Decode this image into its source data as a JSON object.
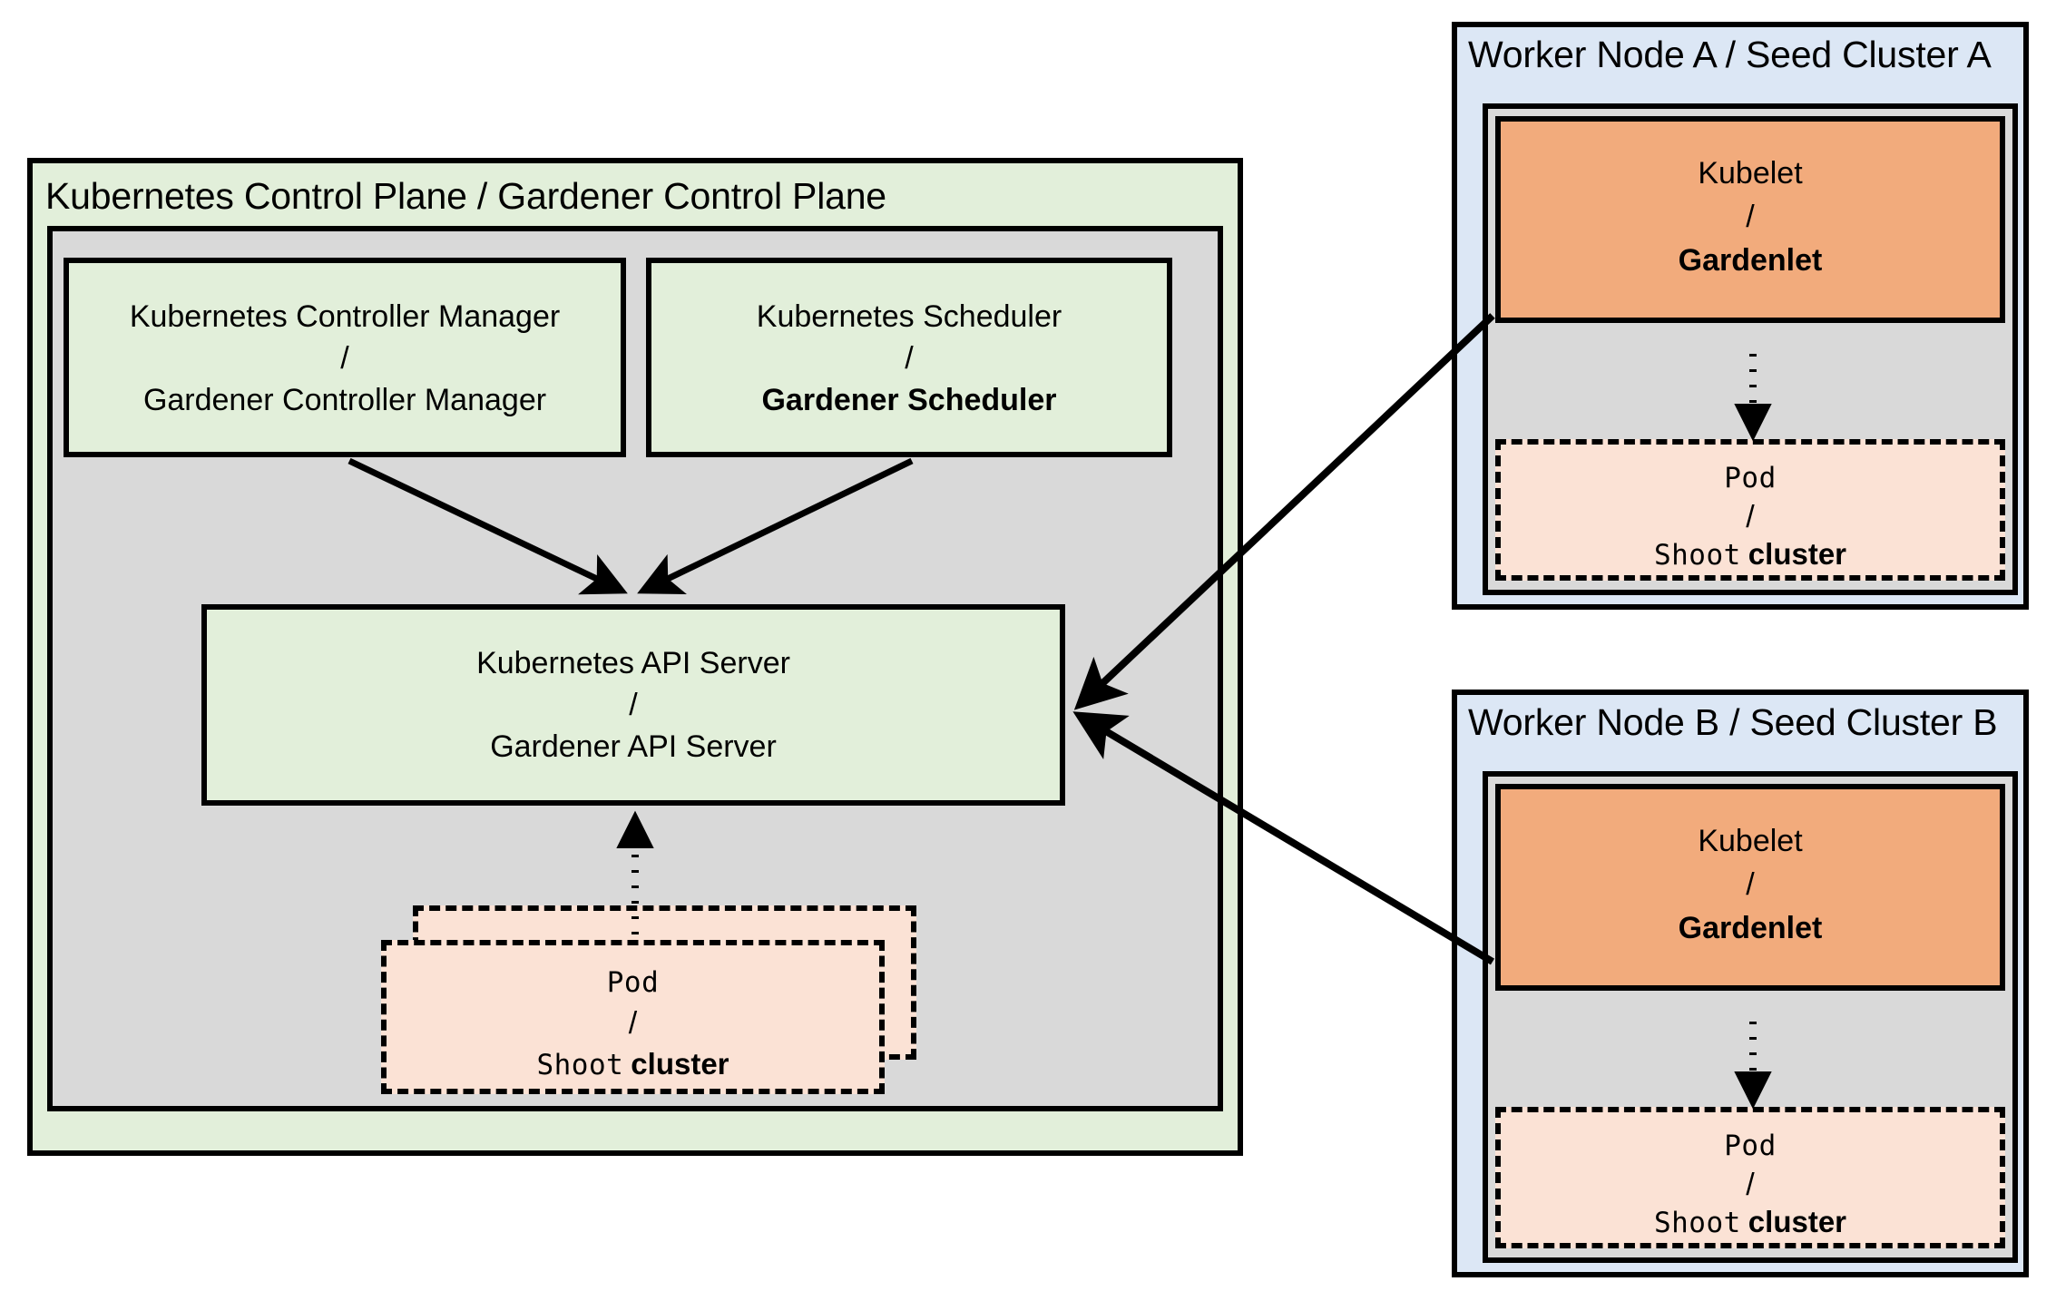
{
  "diagram": {
    "title_hidden": "",
    "colors": {
      "green": "#e2efda",
      "gray": "#d9d9d9",
      "blue": "#dce7f5",
      "orange": "#f2ab7c",
      "peach": "#fbe2d5",
      "stroke": "#000000"
    }
  },
  "control_plane": {
    "title": "Kubernetes Control Plane / Gardener Control Plane",
    "controller_manager": {
      "line1": "Kubernetes Controller Manager",
      "separator": "/",
      "line2": "Gardener Controller Manager"
    },
    "scheduler": {
      "line1": "Kubernetes Scheduler",
      "separator": "/",
      "line2": "Gardener Scheduler"
    },
    "api_server": {
      "line1": "Kubernetes API Server",
      "separator": "/",
      "line2": "Gardener API Server"
    },
    "pod": {
      "line1": "Pod",
      "separator": "/",
      "line2_mono": "Shoot",
      "line2_bold": "cluster"
    }
  },
  "worker_node_a": {
    "title": "Worker Node A / Seed Cluster A",
    "kubelet": {
      "line1": "Kubelet",
      "separator": "/",
      "line2": "Gardenlet"
    },
    "pod": {
      "line1": "Pod",
      "separator": "/",
      "line2_mono": "Shoot",
      "line2_bold": "cluster"
    }
  },
  "worker_node_b": {
    "title": "Worker Node B / Seed Cluster B",
    "kubelet": {
      "line1": "Kubelet",
      "separator": "/",
      "line2": "Gardenlet"
    },
    "pod": {
      "line1": "Pod",
      "separator": "/",
      "line2_mono": "Shoot",
      "line2_bold": "cluster"
    }
  },
  "connections": [
    {
      "name": "controller-manager-to-api-server",
      "style": "solid-arrow"
    },
    {
      "name": "scheduler-to-api-server",
      "style": "solid-arrow"
    },
    {
      "name": "control-plane-pod-to-api-server",
      "style": "dotted-arrow"
    },
    {
      "name": "gardenlet-a-to-api-server",
      "style": "solid-arrow"
    },
    {
      "name": "gardenlet-b-to-api-server",
      "style": "solid-arrow"
    },
    {
      "name": "gardenlet-a-to-pod-a",
      "style": "dotted-arrow"
    },
    {
      "name": "gardenlet-b-to-pod-b",
      "style": "dotted-arrow"
    }
  ]
}
